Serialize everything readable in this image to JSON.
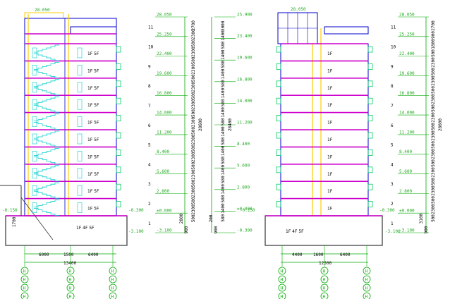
{
  "colors": {
    "slab": "#cc00cc",
    "wall": "#0000cc",
    "column": "#ffcc00",
    "stair": "#00cccc",
    "dim": "#00aa00",
    "window": "#00cc66",
    "ground": "#333333",
    "axis": "#00aa00"
  },
  "left_section": {
    "roof_elev": "28.050",
    "room_label": "1F 5F",
    "basement_label": "1F 4F 5F",
    "ground_left": "-0.150",
    "ground_right": "-0.300",
    "base_elev": "-3.100",
    "pit_label": "1700",
    "bottom_dims": [
      "6000",
      "1500",
      "6400"
    ],
    "total_dim": "13400",
    "axes": [
      "H",
      "H",
      "H"
    ]
  },
  "left_elev_column": {
    "levels": [
      "28.050",
      "25.250",
      "22.400",
      "19.600",
      "16.800",
      "14.000",
      "11.200",
      "8.400",
      "5.600",
      "2.800",
      "±0.000",
      "-3.100"
    ],
    "axis_marks": [
      "11",
      "10",
      "9",
      "8",
      "7",
      "6",
      "5",
      "4",
      "3",
      "2",
      "1"
    ],
    "seg_dims": [
      "2700",
      "2300",
      "500",
      "2300",
      "500",
      "2300",
      "500",
      "2300",
      "500",
      "2300",
      "500",
      "2300",
      "500",
      "2300",
      "500",
      "2300",
      "500",
      "2300",
      "500",
      "2300",
      "500",
      "2300",
      "500"
    ],
    "total": "28600",
    "base_dims": [
      "900",
      "2800"
    ]
  },
  "middle_column": {
    "levels": [
      "25.900",
      "23.400",
      "19.600",
      "16.800",
      "14.000",
      "11.200",
      "8.400",
      "5.600",
      "2.800",
      "±0.000",
      "-0.300"
    ],
    "seg_dims": [
      "3000",
      "1400",
      "580",
      "1400",
      "580",
      "1400",
      "580",
      "1400",
      "580",
      "1400",
      "580",
      "1400",
      "580",
      "1400",
      "580",
      "1400",
      "580",
      "1400",
      "580",
      "1400",
      "580"
    ],
    "total": "28400",
    "base_dims": [
      "900",
      "200"
    ]
  },
  "right_section": {
    "roof_elev": "28.050",
    "room_label": "1F",
    "basement_label": "1F 4F 5F",
    "ground_left": "-0.150",
    "ground_right": "-0.300",
    "base_elev": "-3.100",
    "bottom_dims": [
      "4400",
      "1600",
      "6400"
    ],
    "total_dim": "12500",
    "axes": [
      "H",
      "H",
      "H"
    ]
  },
  "right_elev_column": {
    "levels": [
      "28.050",
      "25.250",
      "22.400",
      "19.600",
      "16.800",
      "14.000",
      "11.200",
      "8.400",
      "5.600",
      "2.800",
      "±0.000",
      "-3.100"
    ],
    "axis_marks": [
      "11",
      "10",
      "9",
      "8",
      "7",
      "6",
      "5",
      "4",
      "3",
      "2",
      "1"
    ],
    "seg_dims": [
      "2700",
      "900",
      "1800",
      "500",
      "2300",
      "500",
      "2300",
      "500",
      "2300",
      "500",
      "2300",
      "500",
      "2300",
      "500",
      "2300",
      "500",
      "2300",
      "500",
      "2300",
      "500",
      "2300",
      "500"
    ],
    "total": "28600",
    "base_dims": [
      "900",
      "3100"
    ]
  }
}
